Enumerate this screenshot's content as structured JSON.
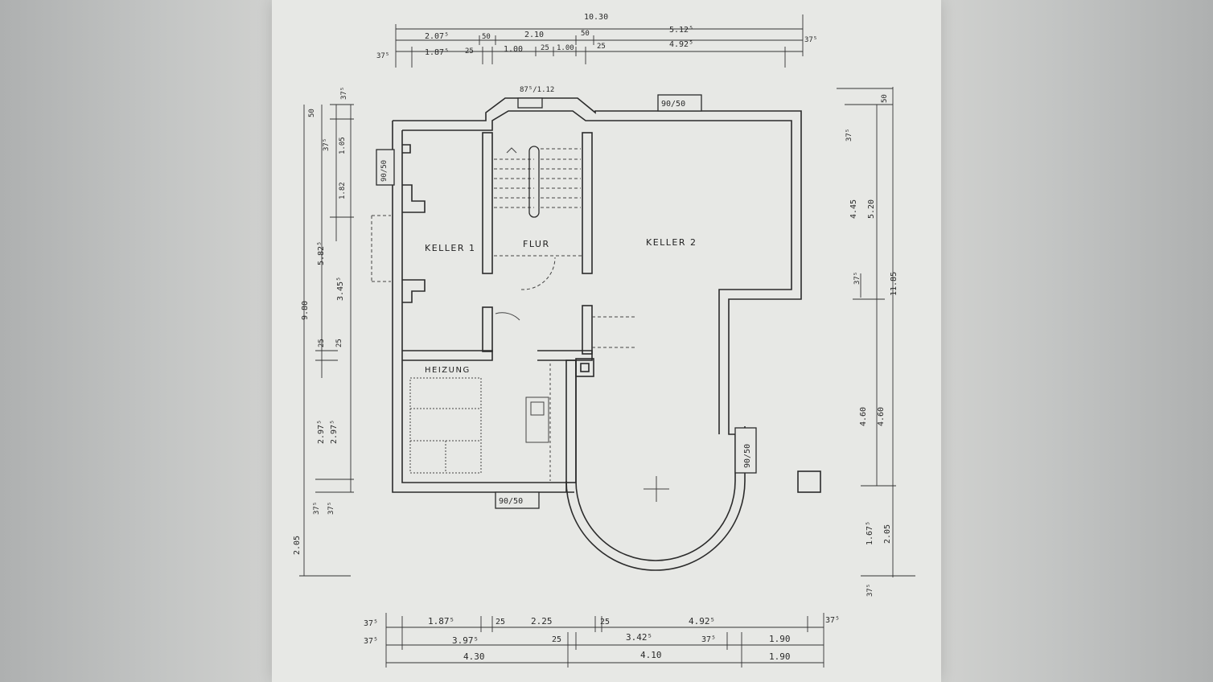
{
  "rooms": {
    "keller1": "KELLER 1",
    "flur": "FLUR",
    "keller2": "KELLER 2",
    "heizung": "HEIZUNG"
  },
  "windows": {
    "left": "90/50",
    "top_right": "90/50",
    "right": "90/50",
    "bottom": "90/50",
    "stair": "87⁵/1.12"
  },
  "dims_top": {
    "row1_total": "10.30",
    "row2": [
      "2.07⁵",
      "50",
      "2.10",
      "50",
      "5.12⁵"
    ],
    "row3": [
      "37⁵",
      "1.87⁵",
      "25",
      "1.00",
      "25",
      "1.00",
      "25",
      "4.92⁵",
      "37⁵"
    ]
  },
  "dims_bottom": {
    "row1": [
      "37⁵",
      "1.87⁵",
      "25",
      "2.25",
      "25",
      "4.92⁵",
      "37⁵"
    ],
    "row2": [
      "37⁵",
      "3.97⁵",
      "25",
      "3.42⁵",
      "37⁵",
      "1.90"
    ],
    "row3": [
      "4.30",
      "4.10",
      "1.90"
    ]
  },
  "dims_left": {
    "labels": [
      "37⁵",
      "50",
      "37⁵",
      "1.05",
      "1.82",
      "5.82⁵",
      "3.45⁵",
      "9.80",
      "25",
      "25",
      "2.97⁵",
      "2.97⁵",
      "37⁵",
      "37⁵",
      "2.05"
    ]
  },
  "dims_right": {
    "labels": [
      "50",
      "37⁵",
      "4.45",
      "5.20",
      "37⁵",
      "11.85",
      "4.60",
      "4.60",
      "1.67⁵",
      "2.05",
      "37⁵"
    ]
  }
}
